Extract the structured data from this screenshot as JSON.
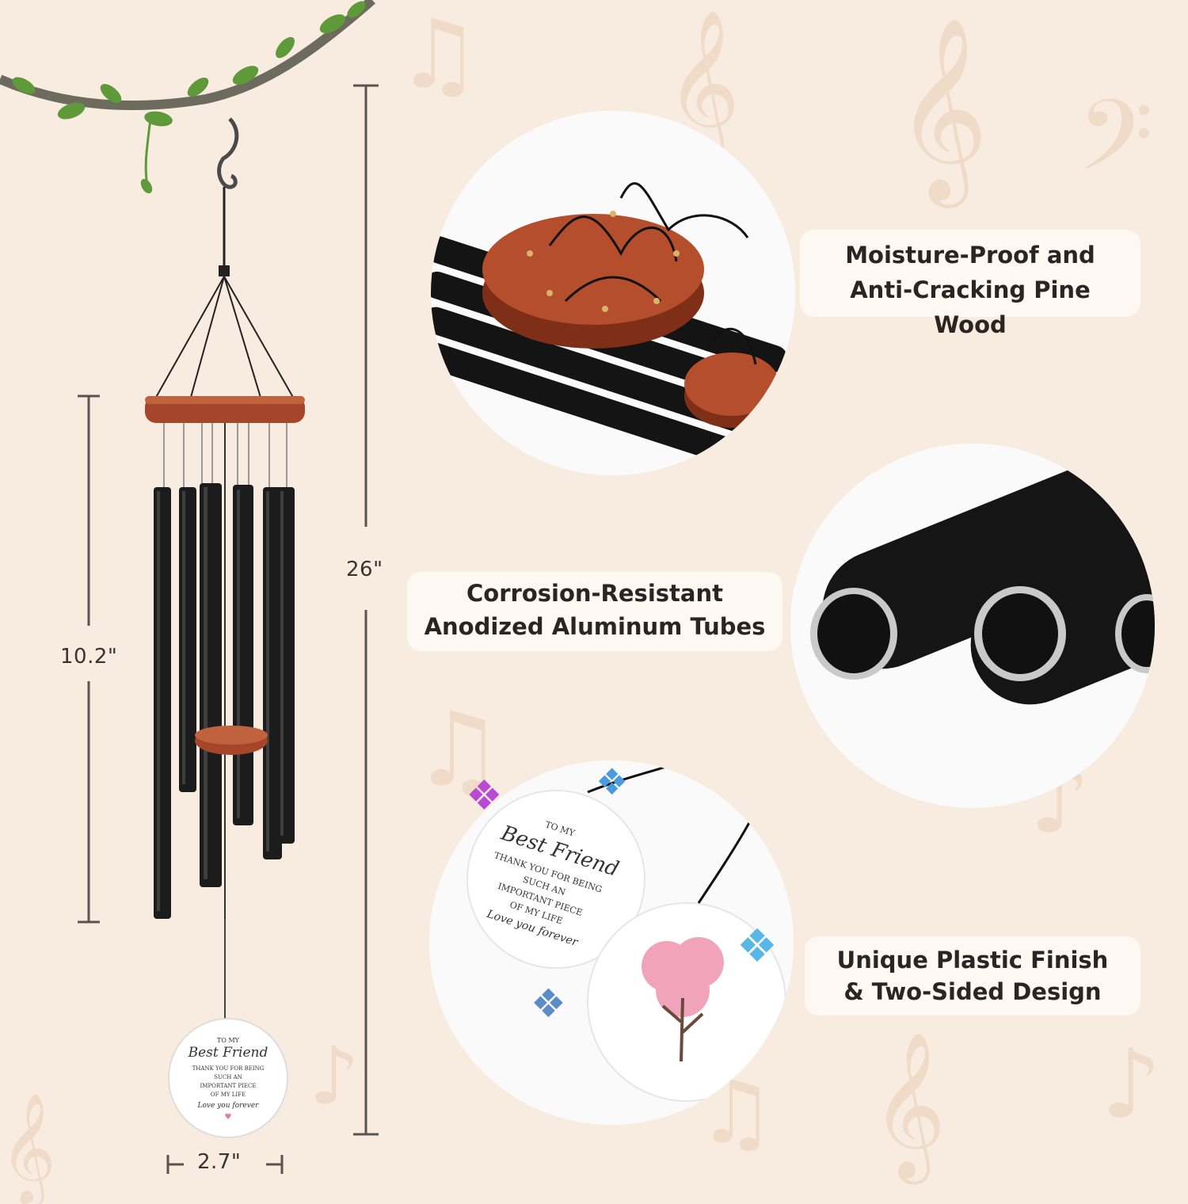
{
  "dimensions": {
    "total_height": "26\"",
    "tube_length": "10.2\"",
    "width": "2.7\""
  },
  "features": [
    {
      "line1": "Moisture-Proof and",
      "line2": "Anti-Cracking Pine Wood"
    },
    {
      "line1": "Corrosion-Resistant",
      "line2": "Anodized Aluminum Tubes"
    },
    {
      "line1": "Unique Plastic Finish",
      "line2": "& Two-Sided Design"
    }
  ],
  "tag": {
    "to": "TO MY",
    "name": "Best Friend",
    "l1": "THANK YOU FOR BEING",
    "l2": "SUCH AN",
    "l3": "IMPORTANT PIECE",
    "l4": "OF MY LIFE",
    "sign": "Love you forever"
  },
  "colors": {
    "background": "#f8ece0",
    "wood": "#a5452a",
    "tube": "#1c1c1c",
    "label_bg": "#fdf8f2"
  }
}
